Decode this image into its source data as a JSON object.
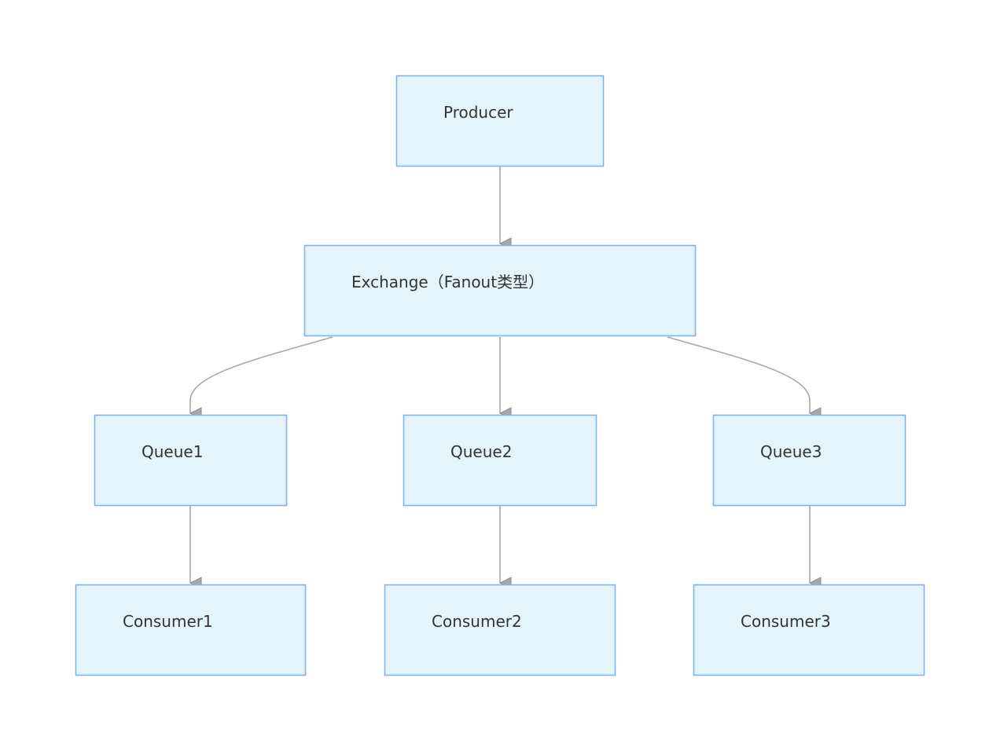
{
  "diagram": {
    "type": "flowchart",
    "direction": "top-down",
    "colors": {
      "node_fill": "#e3f4fc",
      "node_stroke": "#7fb2f0",
      "edge": "#a8a8a8",
      "arrowhead": "#a8a8a8",
      "text": "#333333"
    },
    "nodes": {
      "producer": {
        "label": "Producer"
      },
      "exchange": {
        "label": "Exchange（Fanout类型）"
      },
      "queue1": {
        "label": "Queue1"
      },
      "queue2": {
        "label": "Queue2"
      },
      "queue3": {
        "label": "Queue3"
      },
      "consumer1": {
        "label": "Consumer1"
      },
      "consumer2": {
        "label": "Consumer2"
      },
      "consumer3": {
        "label": "Consumer3"
      }
    },
    "edges": [
      {
        "from": "producer",
        "to": "exchange"
      },
      {
        "from": "exchange",
        "to": "queue1"
      },
      {
        "from": "exchange",
        "to": "queue2"
      },
      {
        "from": "exchange",
        "to": "queue3"
      },
      {
        "from": "queue1",
        "to": "consumer1"
      },
      {
        "from": "queue2",
        "to": "consumer2"
      },
      {
        "from": "queue3",
        "to": "consumer3"
      }
    ]
  }
}
